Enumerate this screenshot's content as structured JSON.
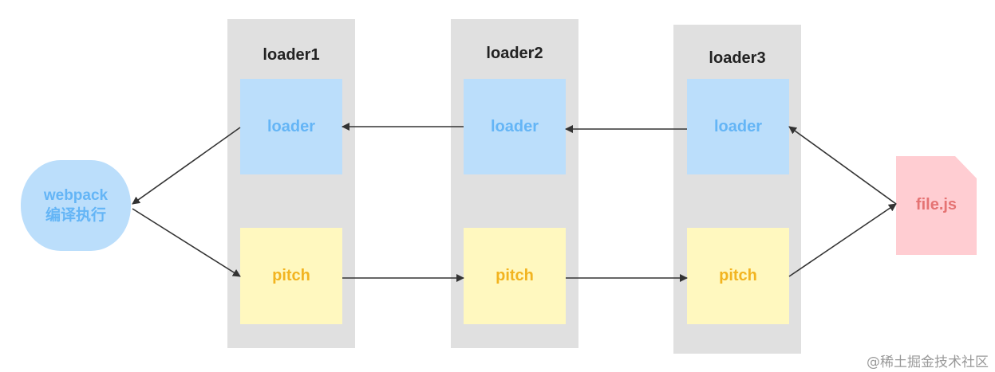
{
  "source": {
    "label_line1": "webpack",
    "label_line2": "编译执行"
  },
  "columns": [
    {
      "title": "loader1",
      "loader_label": "loader",
      "pitch_label": "pitch"
    },
    {
      "title": "loader2",
      "loader_label": "loader",
      "pitch_label": "pitch"
    },
    {
      "title": "loader3",
      "loader_label": "loader",
      "pitch_label": "pitch"
    }
  ],
  "file": {
    "label": "file.js"
  },
  "watermark": "@稀土掘金技术社区",
  "colors": {
    "column_bg": "#e0e0e0",
    "loader_bg": "#bbdefb",
    "loader_text": "#64b5f6",
    "pitch_bg": "#fff8bf",
    "pitch_text": "#f2b420",
    "file_bg": "#ffcdd2",
    "file_text": "#e57373",
    "arrow": "#333333"
  }
}
